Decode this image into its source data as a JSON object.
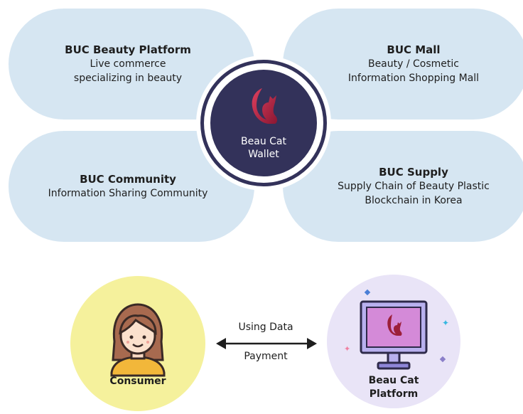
{
  "services": [
    {
      "title": "BUC Beauty Platform",
      "desc": "Live commerce\nspecializing in beauty"
    },
    {
      "title": "BUC Mall",
      "desc": "Beauty / Cosmetic\nInformation Shopping Mall"
    },
    {
      "title": "BUC Community",
      "desc": "Information Sharing Community"
    },
    {
      "title": "BUC Supply",
      "desc": "Supply Chain of Beauty Plastic\nBlockchain in Korea"
    }
  ],
  "wallet": {
    "label": "Beau Cat\nWallet",
    "icon": "cat-logo-icon"
  },
  "flow": {
    "consumer": "Consumer",
    "platform": "Beau Cat\nPlatform",
    "top_label": "Using Data",
    "bottom_label": "Payment"
  },
  "colors": {
    "pill": "#d6e6f2",
    "wallet": "#33325a",
    "consumer_bg": "#f5f19c",
    "platform_bg": "#e9e4f7",
    "brand_red": "#b8284a"
  }
}
